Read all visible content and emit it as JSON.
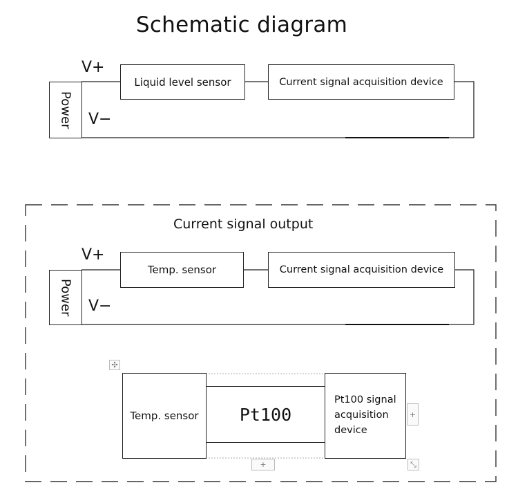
{
  "title": "Schematic diagram",
  "diagram1": {
    "power_label": "Power",
    "v_plus": "V+",
    "v_minus": "V−",
    "sensor_label": "Liquid level sensor",
    "acquisition_label": "Current signal acquisition device"
  },
  "section2": {
    "heading": "Current signal output",
    "power_label": "Power",
    "v_plus": "V+",
    "v_minus": "V−",
    "sensor_label": "Temp. sensor",
    "acquisition_label": "Current signal acquisition device"
  },
  "table_diagram": {
    "sensor_label": "Temp. sensor",
    "middle_label": "Pt100",
    "acquisition_label": "Pt100 signal acquisition device",
    "acquisition_lines": [
      "Pt100 signal",
      "acquisition",
      "device"
    ],
    "add_col_symbol": "+",
    "add_row_symbol": "+",
    "move_symbol": "✣",
    "resize_symbol": "⤡"
  }
}
